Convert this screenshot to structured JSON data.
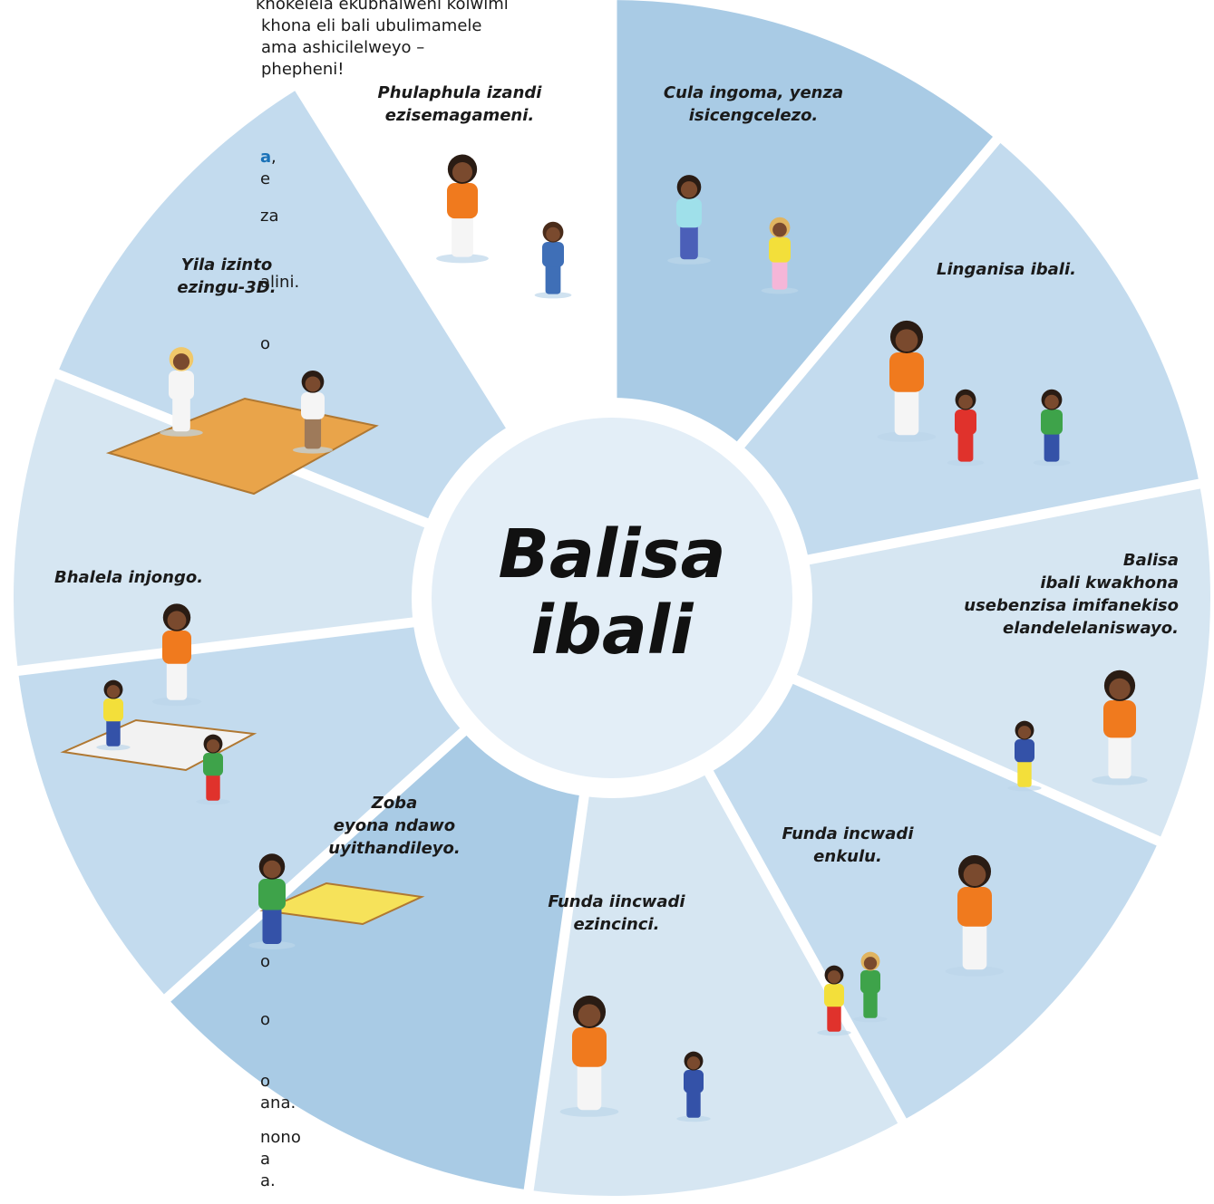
{
  "colors": {
    "wedge_light": "#d6e6f2",
    "wedge_mid": "#c3dbee",
    "wedge_dark": "#a9cbe5",
    "center": "#e3eef7",
    "divider": "#ffffff",
    "accent": "#1b72b8"
  },
  "left_text": {
    "lines_top": [
      "khokelela ekubhalweni kolwimi",
      "khona eli bali ubulimamele",
      "ama ashicilelweyo –",
      "phepheni!"
    ],
    "accent_word": "a",
    "accent_comma": ",",
    "fragments_mid": [
      "e",
      "za",
      "alini.",
      "o"
    ],
    "fragments_bottom": [
      "o",
      "o",
      "o",
      "ana.",
      "nono",
      "a",
      "a."
    ]
  },
  "center": {
    "title": "Balisa\nibali"
  },
  "activities": [
    {
      "label": "Phulaphula izandi\nezisemagameni.",
      "icon": "listening-illustration"
    },
    {
      "label": "Cula ingoma, yenza\nisicengcelezo.",
      "icon": "singing-illustration"
    },
    {
      "label": "Linganisa ibali.",
      "icon": "acting-illustration"
    },
    {
      "label": "Balisa\nibali kwakhona\nusebenzisa imifanekiso\nelandelelaniswayo.",
      "icon": "picture-sequence-illustration"
    },
    {
      "label": "Funda incwadi\nenkulu.",
      "icon": "big-book-illustration"
    },
    {
      "label": "Funda iincwadi\nezincinci.",
      "icon": "small-book-illustration"
    },
    {
      "label": "Zoba\neyona ndawo\nuyithandileyo.",
      "icon": "drawing-illustration"
    },
    {
      "label": "Bhalela injongo.",
      "icon": "writing-illustration"
    },
    {
      "label": "Yila izinto\nezingu-3D.",
      "icon": "modelling-illustration"
    }
  ]
}
